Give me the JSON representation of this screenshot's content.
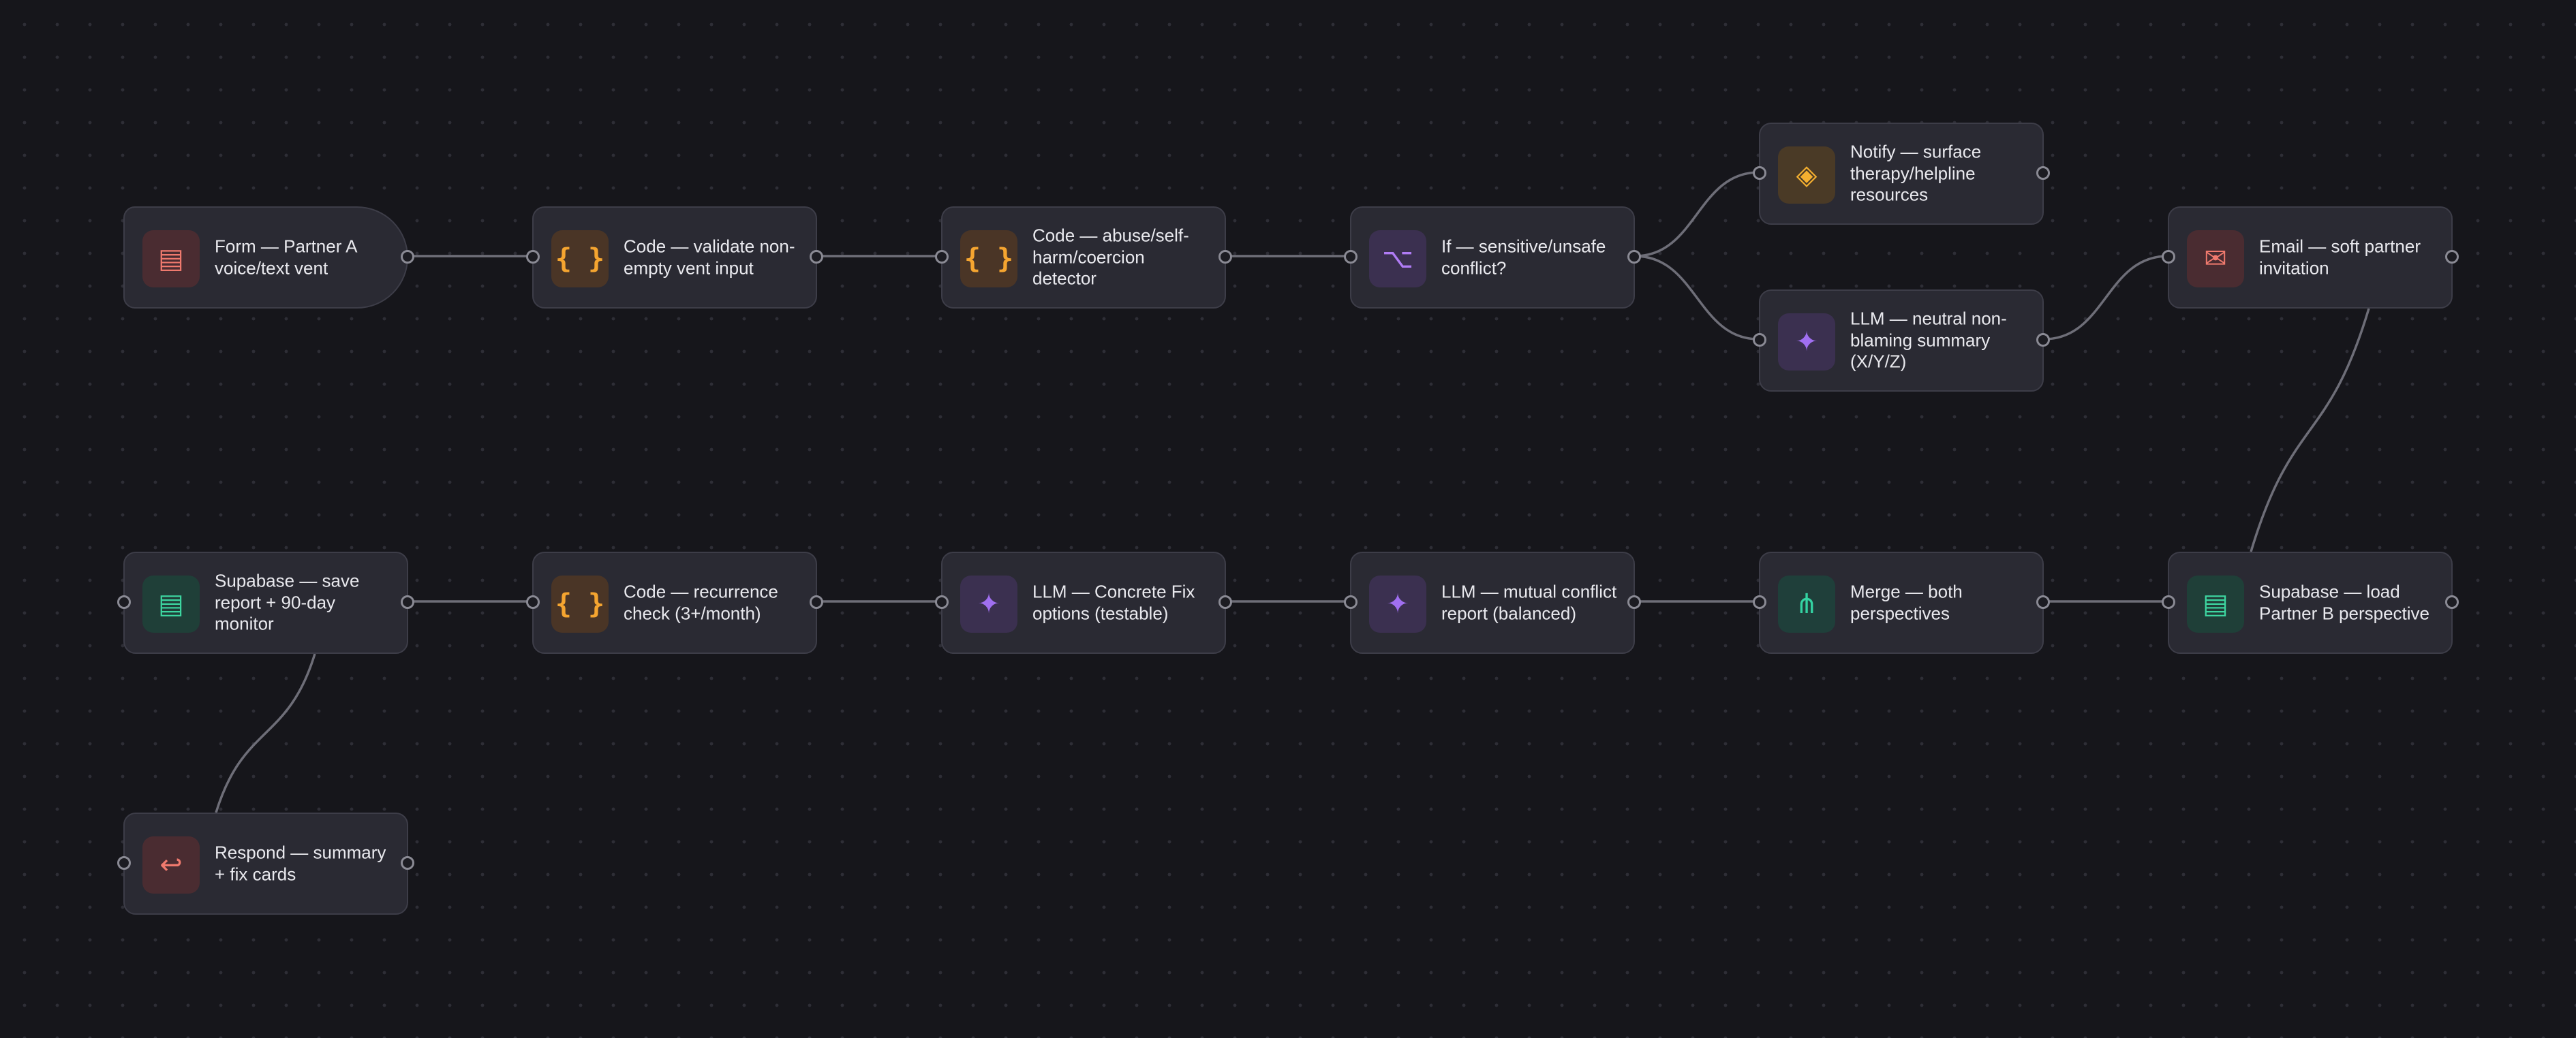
{
  "workflow": {
    "nodes": [
      {
        "id": "n1",
        "label": "Form — Partner A voice/text vent",
        "icon": "form-icon",
        "glyph": "▤",
        "tone": "t-red"
      },
      {
        "id": "n2",
        "label": "Code — validate non-empty vent input",
        "icon": "code-icon",
        "glyph": "{ }",
        "tone": "t-orange"
      },
      {
        "id": "n3",
        "label": "Code — abuse/self-harm/coercion detector",
        "icon": "code-icon",
        "glyph": "{ }",
        "tone": "t-orange"
      },
      {
        "id": "n4",
        "label": "If — sensitive/unsafe conflict?",
        "icon": "branch-icon",
        "glyph": "⌥",
        "tone": "t-purple"
      },
      {
        "id": "n5",
        "label": "Notify — surface therapy/helpline resources",
        "icon": "notify-icon",
        "glyph": "◈",
        "tone": "t-amber"
      },
      {
        "id": "n6",
        "label": "LLM — neutral non-blaming summary (X/Y/Z)",
        "icon": "sparkle-icon",
        "glyph": "✦",
        "tone": "t-purple2"
      },
      {
        "id": "n7",
        "label": "Email — soft partner invitation",
        "icon": "email-icon",
        "glyph": "✉",
        "tone": "t-red"
      },
      {
        "id": "n8",
        "label": "Supabase — save report + 90-day monitor",
        "icon": "database-icon",
        "glyph": "▤",
        "tone": "t-green"
      },
      {
        "id": "n9",
        "label": "Code — recurrence check (3+/month)",
        "icon": "code-icon",
        "glyph": "{ }",
        "tone": "t-orange"
      },
      {
        "id": "n10",
        "label": "LLM — Concrete Fix options (testable)",
        "icon": "sparkle-icon",
        "glyph": "✦",
        "tone": "t-purple2"
      },
      {
        "id": "n11",
        "label": "LLM — mutual conflict report (balanced)",
        "icon": "sparkle-icon",
        "glyph": "✦",
        "tone": "t-purple2"
      },
      {
        "id": "n12",
        "label": "Merge — both perspectives",
        "icon": "merge-icon",
        "glyph": "⋔",
        "tone": "t-teal"
      },
      {
        "id": "n13",
        "label": "Supabase — load Partner B perspective",
        "icon": "database-icon",
        "glyph": "▤",
        "tone": "t-green"
      },
      {
        "id": "n14",
        "label": "Respond — summary + fix cards",
        "icon": "respond-icon",
        "glyph": "↩",
        "tone": "t-red"
      }
    ],
    "connections": [
      [
        "n1",
        "n2"
      ],
      [
        "n2",
        "n3"
      ],
      [
        "n3",
        "n4"
      ],
      [
        "n4",
        "n5"
      ],
      [
        "n4",
        "n6"
      ],
      [
        "n6",
        "n7"
      ],
      [
        "n7",
        "n13"
      ],
      [
        "n13",
        "n12"
      ],
      [
        "n12",
        "n11"
      ],
      [
        "n11",
        "n10"
      ],
      [
        "n10",
        "n9"
      ],
      [
        "n9",
        "n8"
      ],
      [
        "n8",
        "n14"
      ]
    ]
  }
}
